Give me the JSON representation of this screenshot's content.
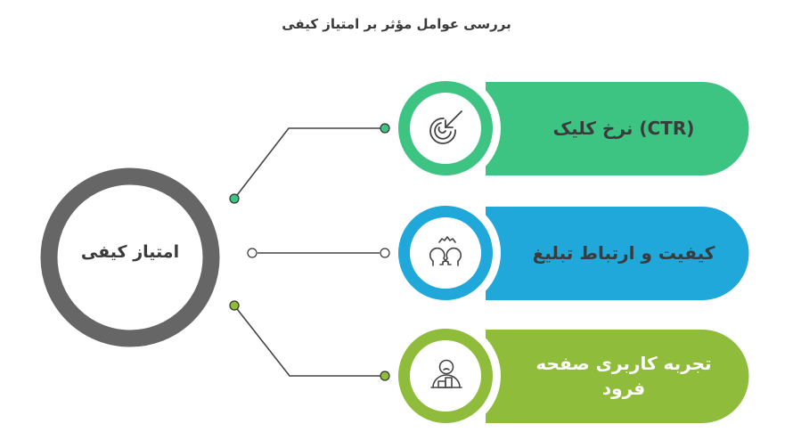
{
  "diagram": {
    "title": "بررسی عوامل مؤثر بر امتیاز کیفی",
    "center": {
      "label": "امتیاز کیفی",
      "ring_color": "#666666"
    },
    "factors": [
      {
        "label": "(CTR) نرخ کلیک",
        "icon": "target-arrow-icon",
        "color": "#3dc482",
        "text_color": "#3b3b3b",
        "connector_dot_color": "#3dc482"
      },
      {
        "label": "کیفیت و ارتباط تبلیغ",
        "icon": "people-collaboration-icon",
        "color": "#1fa8d9",
        "text_color": "#3b3b3b",
        "connector_dot_color": "#ffffff"
      },
      {
        "label": "تجربه کاربری صفحه فرود",
        "label_line1": "تجربه کاربری صفحه",
        "label_line2": "فرود",
        "icon": "user-with-blocks-icon",
        "color": "#8fbc3a",
        "text_color": "#ffffff",
        "connector_dot_color": "#8fbc3a"
      }
    ],
    "connector_line_color": "#444444"
  }
}
